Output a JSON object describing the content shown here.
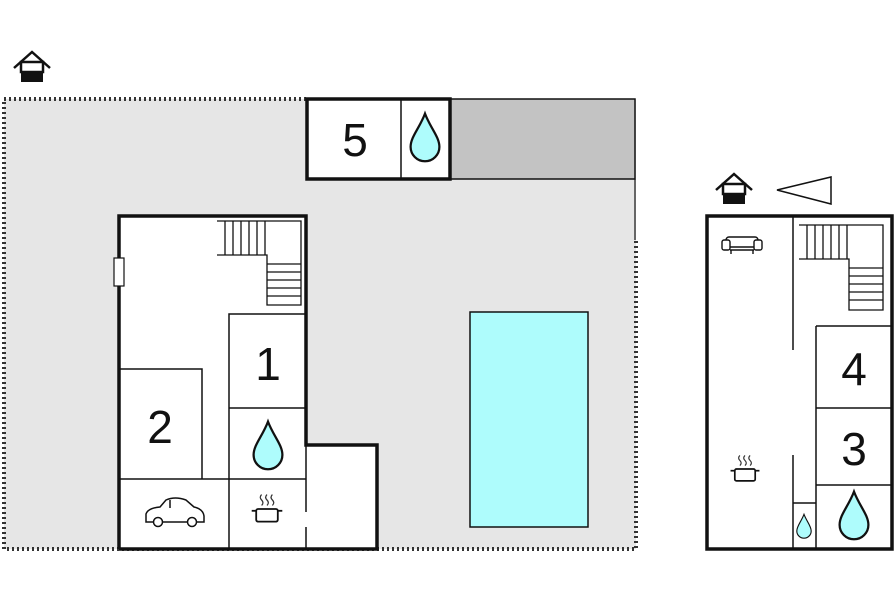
{
  "colors": {
    "garden": "#e6e6e6",
    "terrace": "#c3c3c3",
    "pool": "#aefcfc",
    "water": "#aefcfc",
    "wall": "#111111",
    "fence": "#333333",
    "floor": "#ffffff"
  },
  "ground_floor": {
    "rooms": [
      {
        "id": "room-5",
        "label": "5"
      },
      {
        "id": "room-1",
        "label": "1"
      },
      {
        "id": "room-2",
        "label": "2"
      }
    ],
    "icons": [
      "floor-level-icon",
      "water-drop-icon",
      "car-icon",
      "cooking-pot-icon",
      "staircase-icon",
      "swimming-pool"
    ]
  },
  "upper_floor": {
    "rooms": [
      {
        "id": "room-4",
        "label": "4"
      },
      {
        "id": "room-3",
        "label": "3"
      }
    ],
    "icons": [
      "floor-level-icon",
      "direction-arrow-icon",
      "sofa-icon",
      "staircase-icon",
      "cooking-pot-icon",
      "water-drop-icon"
    ]
  }
}
